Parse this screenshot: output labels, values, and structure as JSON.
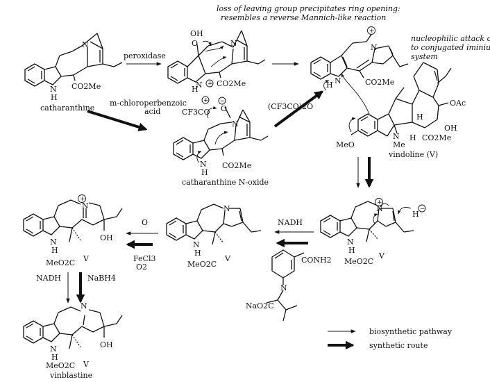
{
  "notes": {
    "ring_opening_1": "loss of leaving group precipitates ring opening:",
    "ring_opening_2": "resembles a reverse Mannich-like reaction",
    "nucleophilic_1": "nucleophilic attack on",
    "nucleophilic_2": "to conjugated iminium",
    "nucleophilic_3": "system"
  },
  "compounds": {
    "catharanthine": "catharanthine",
    "n_oxide": "catharanthine N-oxide",
    "vindoline": "vindoline (V)",
    "vinblastine": "vinblastine"
  },
  "reagents": {
    "peroxidase": "peroxidase",
    "mcpba_1": "m-chloroperbenzoic",
    "mcpba_2": "acid",
    "tfaa": "(CF3CO)2O",
    "nadh_top": "NADH",
    "o_label": "O",
    "fecl3": "FeCl3",
    "o2": "O2",
    "nadh_bottom": "NADH",
    "nabh4": "NaBH4"
  },
  "atoms": {
    "N": "N",
    "H": "H",
    "NH": "NH",
    "OH": "OH",
    "OAc": "OAc",
    "Me": "Me",
    "MeO": "MeO",
    "V": "V",
    "CO2Me": "CO2Me",
    "MeO2C": "MeO2C",
    "CF3CO": "CF3CO",
    "O": "O",
    "CONH2": "CONH2",
    "NaO2C": "NaO2C",
    "plus": "+",
    "minus": "−"
  },
  "legend": {
    "biosynthetic": "biosynthetic pathway",
    "synthetic": "synthetic route"
  }
}
